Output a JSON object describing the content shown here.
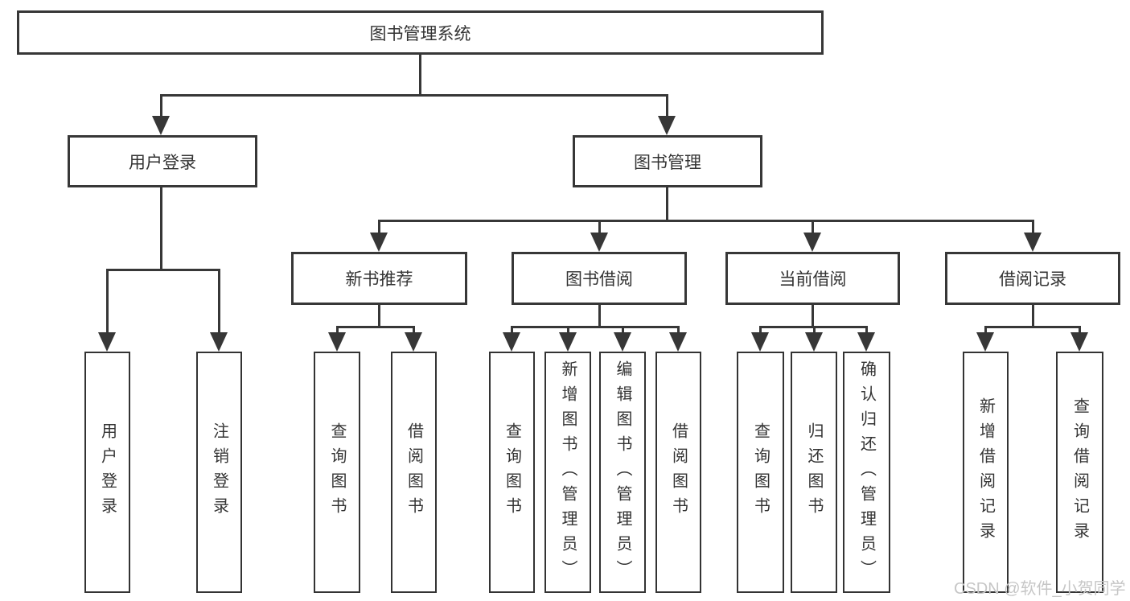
{
  "nodes": {
    "root": "图书管理系统",
    "user_login": "用户登录",
    "book_management": "图书管理",
    "user_login_children": [
      "用户登录",
      "注销登录"
    ],
    "book_modules": [
      "新书推荐",
      "图书借阅",
      "当前借阅",
      "借阅记录"
    ],
    "new_book_children": [
      "查询图书",
      "借阅图书"
    ],
    "book_borrow_children": [
      "查询图书",
      "新增图书（管理员）",
      "编辑图书（管理员）",
      "借阅图书"
    ],
    "current_borrow_children": [
      "查询图书",
      "归还图书",
      "确认归还（管理员）"
    ],
    "borrow_record_children": [
      "新增借阅记录",
      "查询借阅记录"
    ]
  },
  "watermark": "CSDN @软件_小贺同学",
  "colors": {
    "line": "#373737",
    "text": "#333333",
    "background": "#ffffff",
    "watermark": "#c6c6c6"
  }
}
